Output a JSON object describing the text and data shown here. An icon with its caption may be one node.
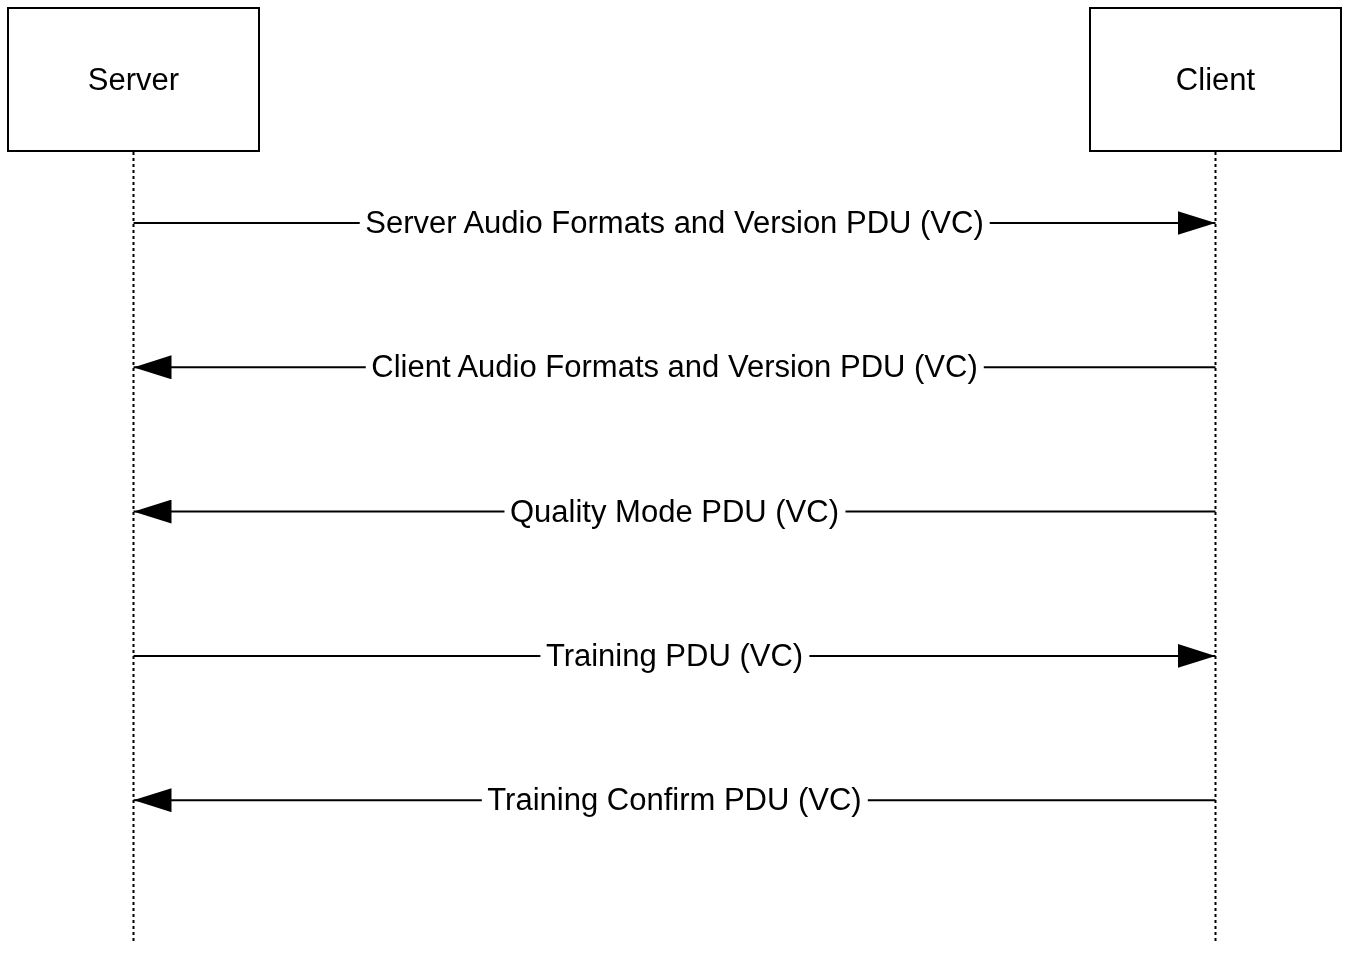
{
  "diagram": {
    "nodes": [
      {
        "text": [
          "Server"
        ]
      },
      {
        "text": [
          "Client"
        ]
      }
    ],
    "edges": [
      {
        "from": 0,
        "to": 1,
        "arrow": "to",
        "label": "Server Audio Formats and Version PDU (VC)"
      },
      {
        "from": 1,
        "to": 0,
        "arrow": "to",
        "label": "Client Audio Formats and Version PDU (VC)"
      },
      {
        "from": 1,
        "to": 0,
        "arrow": "to",
        "label": "Quality Mode PDU (VC)"
      },
      {
        "from": 0,
        "to": 1,
        "arrow": "to",
        "label": "Training PDU (VC)"
      },
      {
        "from": 1,
        "to": 0,
        "arrow": "to",
        "label": "Training Confirm PDU (VC)"
      }
    ]
  }
}
